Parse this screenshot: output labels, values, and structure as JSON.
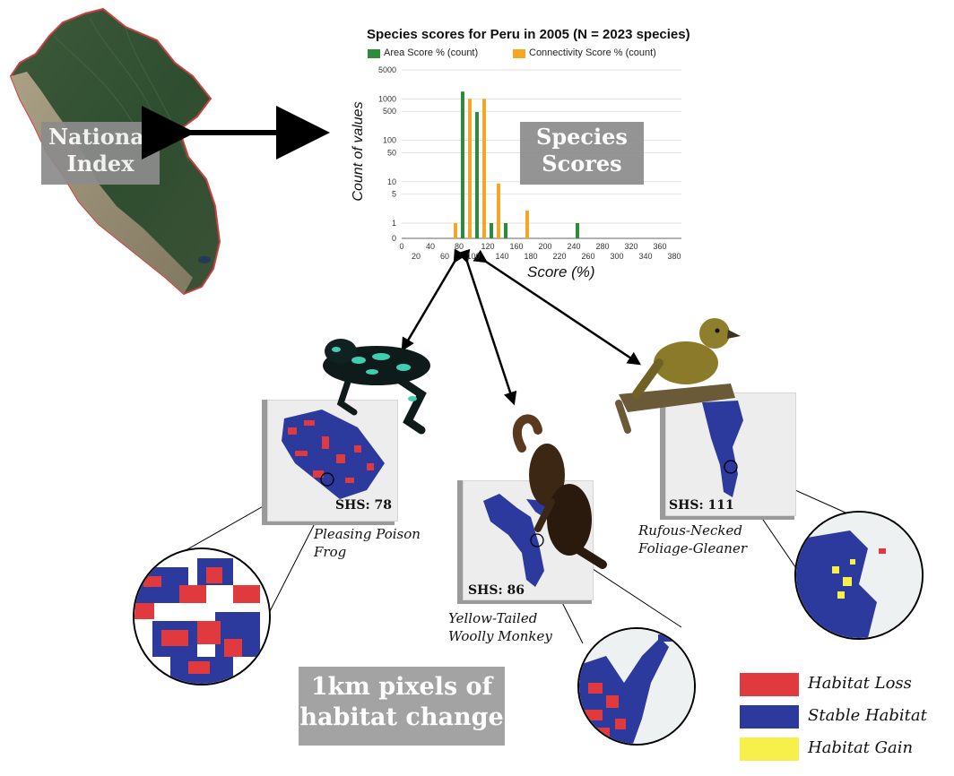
{
  "national_index_label": [
    "National",
    "Index"
  ],
  "species_scores_label": [
    "Species",
    "Scores"
  ],
  "pixels_label": [
    "1km pixels of",
    "habitat change"
  ],
  "chart_data": {
    "type": "bar",
    "title": "Species scores for Peru in 2005 (N = 2023 species)",
    "xlabel": "Score (%)",
    "ylabel": "Count of values",
    "y_scale": "log",
    "yticks": [
      "5000",
      "1000",
      "500",
      "100",
      "50",
      "10",
      "5",
      "1",
      "0"
    ],
    "xticks_top": [
      "0",
      "40",
      "80",
      "120",
      "160",
      "200",
      "240",
      "280",
      "320",
      "360"
    ],
    "xticks_bottom": [
      "20",
      "60",
      "100",
      "140",
      "180",
      "220",
      "260",
      "300",
      "340",
      "380"
    ],
    "xlim": [
      0,
      390
    ],
    "series": [
      {
        "name": "Area Score % (count)",
        "color": "#2e8b3e",
        "x": [
          85,
          105,
          125,
          145,
          245
        ],
        "values": [
          1500,
          480,
          1,
          1,
          1
        ]
      },
      {
        "name": "Connectivity Score % (count)",
        "color": "#f5a623",
        "x": [
          75,
          95,
          115,
          135,
          175
        ],
        "values": [
          1,
          1000,
          1000,
          9,
          2
        ]
      }
    ]
  },
  "species": [
    {
      "shs": "SHS: 78",
      "name": [
        "Pleasing Poison",
        "Frog"
      ]
    },
    {
      "shs": "SHS: 86",
      "name": [
        "Yellow-Tailed",
        "Woolly Monkey"
      ]
    },
    {
      "shs": "SHS: 111",
      "name": [
        "Rufous-Necked",
        "Foliage-Gleaner"
      ]
    }
  ],
  "legend": [
    {
      "label": "Habitat Loss",
      "color": "#e0393e"
    },
    {
      "label": "Stable Habitat",
      "color": "#2b3a9c"
    },
    {
      "label": "Habitat Gain",
      "color": "#f7f04a"
    }
  ]
}
